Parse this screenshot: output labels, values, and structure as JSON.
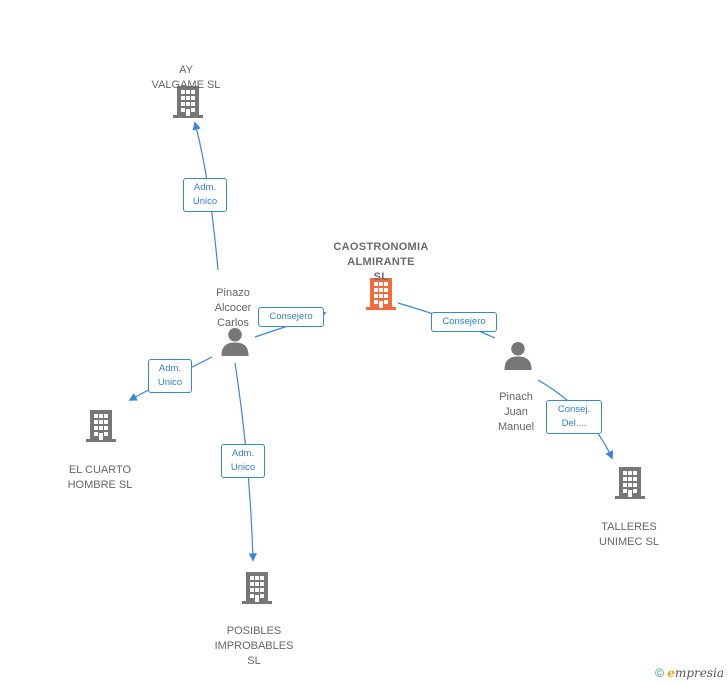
{
  "nodes": {
    "ay_valgame": {
      "label": "AY\nVALGAME  SL",
      "type": "company"
    },
    "caostronomia": {
      "label": "CAOSTRONOMIA\nALMIRANTE\nSL",
      "type": "company-focus"
    },
    "pinazo": {
      "label": "Pinazo\nAlcocer\nCarlos",
      "type": "person"
    },
    "pinach": {
      "label": "Pinach\nJuan\nManuel",
      "type": "person"
    },
    "el_cuarto": {
      "label": "EL CUARTO\nHOMBRE SL",
      "type": "company"
    },
    "posibles": {
      "label": "POSIBLES\nIMPROBABLES\nSL",
      "type": "company"
    },
    "talleres": {
      "label": "TALLERES\nUNIMEC SL",
      "type": "company"
    }
  },
  "edges": {
    "pinazo_ay": "Adm.\nUnico",
    "pinazo_caos": "Consejero",
    "pinach_caos": "Consejero",
    "pinazo_cuarto": "Adm.\nUnico",
    "pinazo_posibles": "Adm.\nUnico",
    "pinach_talleres": "Consej.\nDel...."
  },
  "footer": {
    "copyright": "©",
    "brand_initial": "e",
    "brand_rest": "mpresia"
  },
  "colors": {
    "edge": "#3a87d8",
    "company_icon": "#777777",
    "focus_icon": "#f26b3a",
    "person_icon": "#777777"
  }
}
